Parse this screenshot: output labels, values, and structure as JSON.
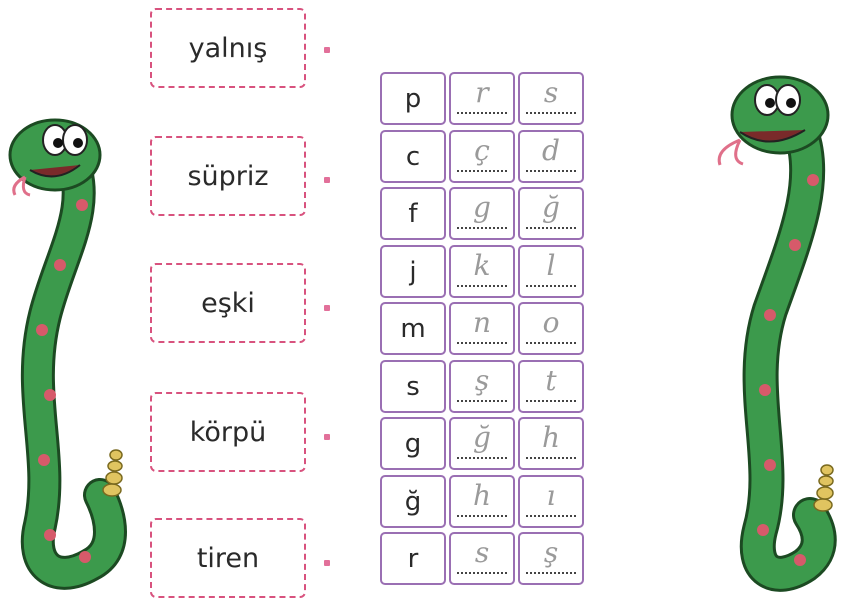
{
  "words": [
    "yalnış",
    "süpriz",
    "eşki",
    "körpü",
    "tiren"
  ],
  "grid": [
    {
      "letter": "p",
      "written": [
        "r",
        "s"
      ]
    },
    {
      "letter": "c",
      "written": [
        "ç",
        "d"
      ]
    },
    {
      "letter": "f",
      "written": [
        "g",
        "ğ"
      ]
    },
    {
      "letter": "j",
      "written": [
        "k",
        "l"
      ]
    },
    {
      "letter": "m",
      "written": [
        "n",
        "o"
      ]
    },
    {
      "letter": "s",
      "written": [
        "ş",
        "t"
      ]
    },
    {
      "letter": "g",
      "written": [
        "ğ",
        "h"
      ]
    },
    {
      "letter": "ğ",
      "written": [
        "h",
        "ı"
      ]
    },
    {
      "letter": "r",
      "written": [
        "s",
        "ş"
      ]
    }
  ],
  "colors": {
    "box_border": "#d8527e",
    "grid_border": "#9a6fb3",
    "snake_body": "#3c9a4c",
    "snake_spot": "#d65a6a",
    "handwriting": "#9a9a9a"
  }
}
